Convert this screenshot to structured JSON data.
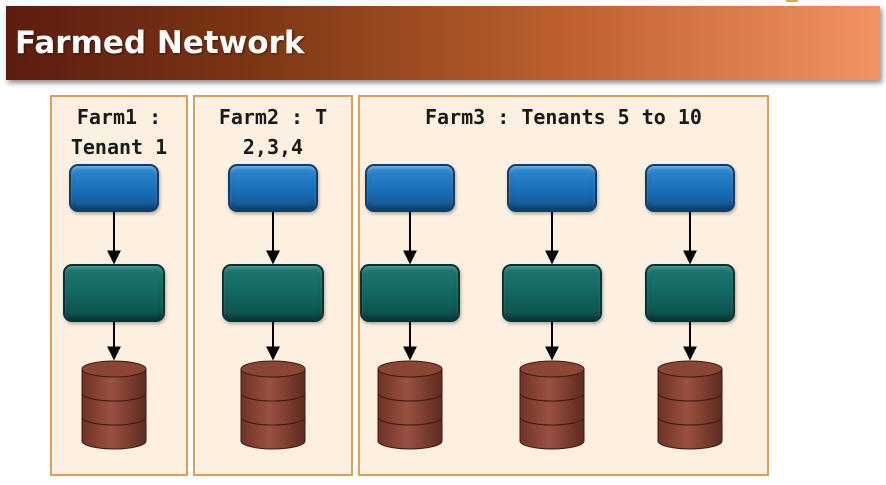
{
  "title": "Farmed Network",
  "farms": [
    {
      "label": "Farm1 :\nTenant 1",
      "stacks": 1
    },
    {
      "label": "Farm2 : T\n2,3,4",
      "stacks": 1
    },
    {
      "label": "Farm3 : Tenants 5 to 10",
      "stacks": 3
    }
  ],
  "colors": {
    "title_gradient_start": "#5c1d10",
    "title_gradient_end": "#f19362",
    "farm_fill": "#fdf0e1",
    "farm_border": "#d8a05a",
    "web_server": "#1a6fb8",
    "app_server": "#136560",
    "database": "#8a4535"
  }
}
